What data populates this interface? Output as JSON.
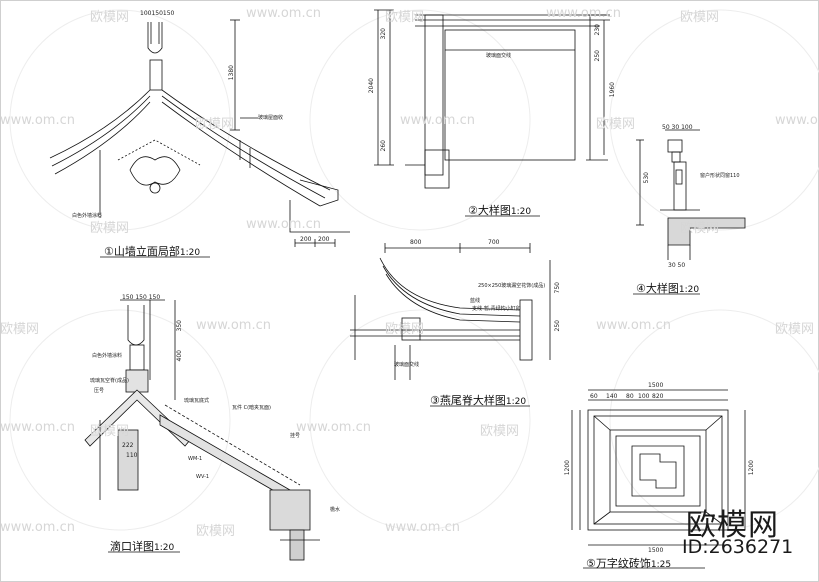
{
  "titles": {
    "t1": "①山墙立面局部",
    "t1_scale": "1:20",
    "t2": "②大样图",
    "t2_scale": "1:20",
    "t3": "③燕尾脊大样图",
    "t3_scale": "1:20",
    "t4": "④大样图",
    "t4_scale": "1:20",
    "t5": "⑤万字纹砖饰",
    "t5_scale": "1:25",
    "t6": "滴口详图",
    "t6_scale": "1:20"
  },
  "watermark": {
    "brand": "欧模网",
    "url": "www.om.cn",
    "id": "ID:2636271"
  },
  "dims": {
    "d1_top": "100150150",
    "d1_h": "1380",
    "d1_b1": "200",
    "d1_b2": "200",
    "d2_a": "2040",
    "d2_b": "1960",
    "d2_c": "320",
    "d2_d": "260",
    "d2_e": "230",
    "d2_f": "250",
    "d3_a": "800",
    "d3_b": "700",
    "d3_c": "750",
    "d3_d": "250",
    "d4_a": "50 30 100",
    "d4_b": "530",
    "d4_c": "30 50",
    "d5_w": "1500",
    "d5_a": "60",
    "d5_b": "140",
    "d5_c": "80",
    "d5_d": "100",
    "d5_e": "820",
    "d5_h": "1200",
    "d6_top": "150 150 150",
    "d6_a": "350",
    "d6_b": "400",
    "d6_c": "222",
    "d6_d": "110"
  },
  "notes": {
    "n1": "玻璃屋面收",
    "n2": "白色外墙涂料",
    "n3": "玻璃面交线",
    "n4": "窗户形状同窗110",
    "n5": "250×250玻璃漏空花饰(成品)",
    "n6": "蓝线",
    "n7": "支线",
    "n8": "暂,青绿构小缸卯",
    "n9": "玻璃面交线",
    "n10": "白色外墙涂料",
    "n11": "琉璃瓦空脊(成品)",
    "n12": "压号",
    "n13": "琉璃瓦底式",
    "n14": "瓦件 C(暗夹瓦面)",
    "n15": "挂号",
    "n16": "WM-1",
    "n17": "WV-1",
    "n18": "檐水"
  }
}
